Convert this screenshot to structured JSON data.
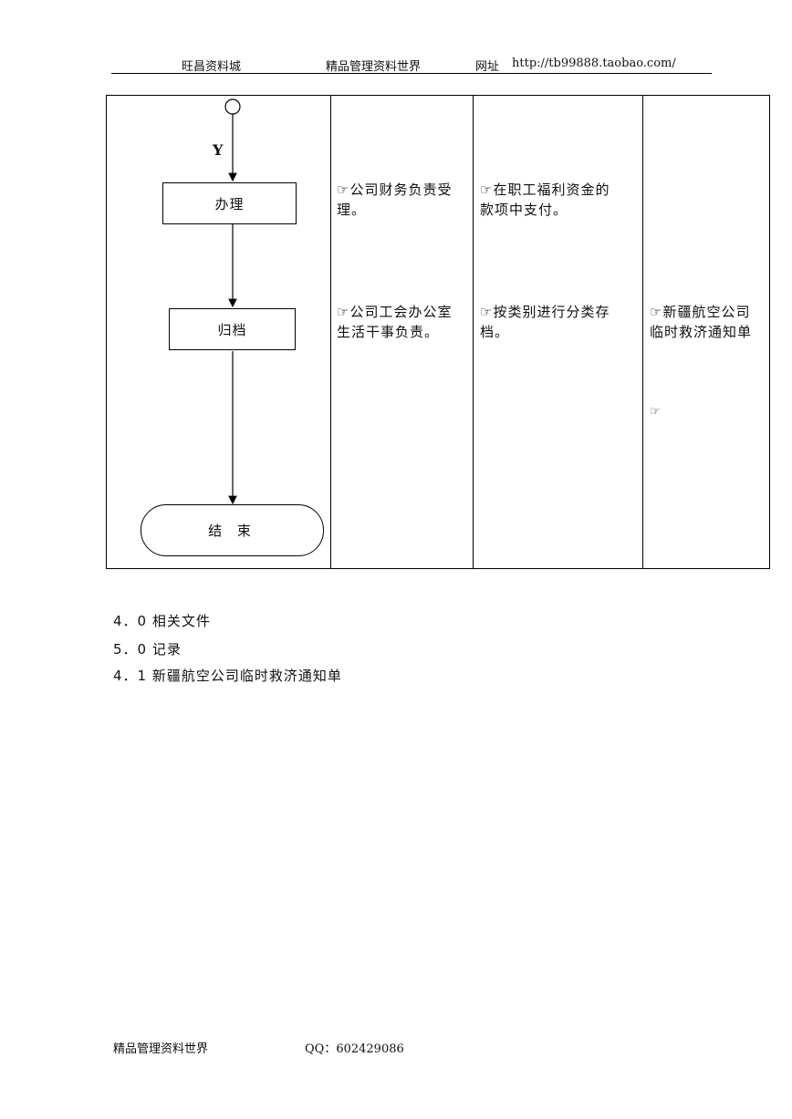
{
  "header": {
    "left": "旺昌资料城",
    "center": "精品管理资料世界",
    "url_label": "网址",
    "url": "http://tb99888.taobao.com/"
  },
  "flow": {
    "branch_label": "Y",
    "step1": "办理",
    "step2": "归档",
    "end": "结 束"
  },
  "table": {
    "row1": {
      "col2": [
        "☞公司财务负责受",
        "理。"
      ],
      "col3": [
        "☞在职工福利资金的",
        "款项中支付。"
      ]
    },
    "row2": {
      "col2": [
        "☞公司工会办公室",
        "生活干事负责。"
      ],
      "col3": [
        "☞按类别进行分类存",
        "档。"
      ],
      "col4": [
        "☞新疆航空公司",
        "临时救济通知单"
      ],
      "col4_extra": "☞"
    }
  },
  "sections": [
    "4．0 相关文件",
    "5．0 记录",
    "4．1 新疆航空公司临时救济通知单"
  ],
  "footer": {
    "left": "精品管理资料世界",
    "qq": "QQ：602429086"
  }
}
